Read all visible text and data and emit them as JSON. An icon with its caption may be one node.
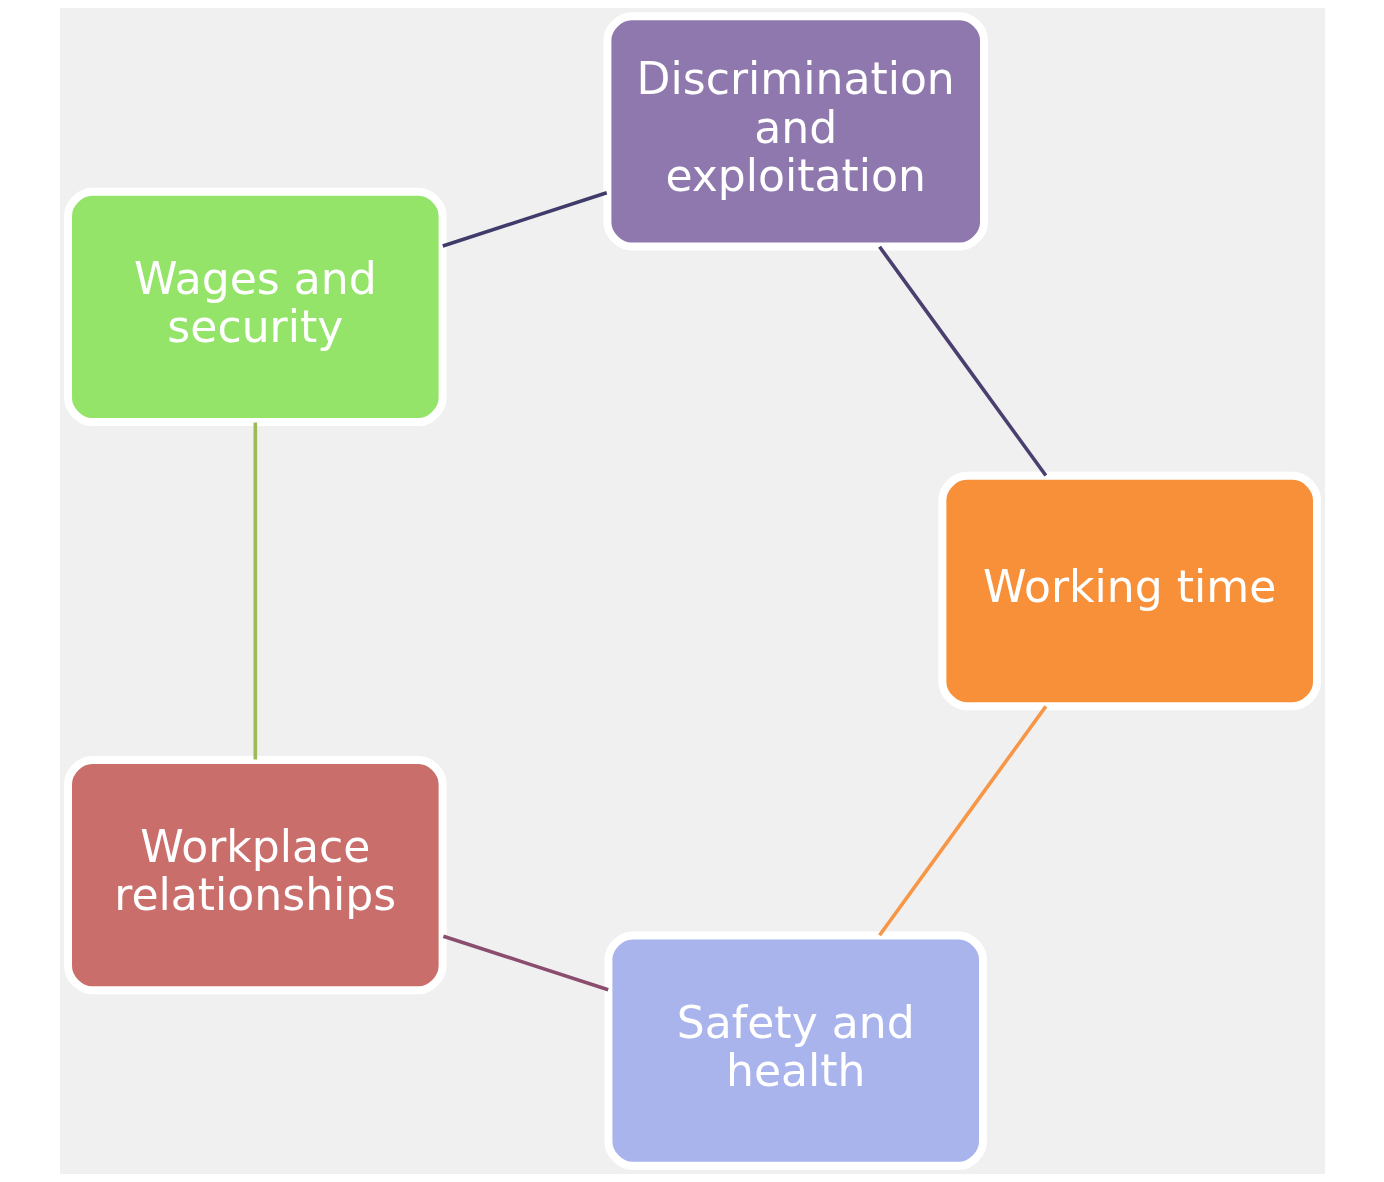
{
  "diagram": {
    "nodes": [
      {
        "text": [
          "Safety and health"
        ]
      },
      {
        "text": [
          "Workplace relationships"
        ]
      },
      {
        "text": [
          "Wages and security"
        ]
      },
      {
        "text": [
          "Discrimination and exploitation"
        ]
      },
      {
        "text": [
          "Working time"
        ]
      }
    ],
    "edges": [
      {
        "from": 0,
        "to": 1,
        "arrow": "none",
        "color": "#8a4d6e"
      },
      {
        "from": 1,
        "to": 2,
        "arrow": "none",
        "color": "#9bbb59"
      },
      {
        "from": 2,
        "to": 3,
        "arrow": "none",
        "color": "#3f3b6a"
      },
      {
        "from": 3,
        "to": 4,
        "arrow": "none",
        "color": "#4a3f6e"
      },
      {
        "from": 4,
        "to": 0,
        "arrow": "none",
        "color": "#f79646"
      }
    ]
  }
}
